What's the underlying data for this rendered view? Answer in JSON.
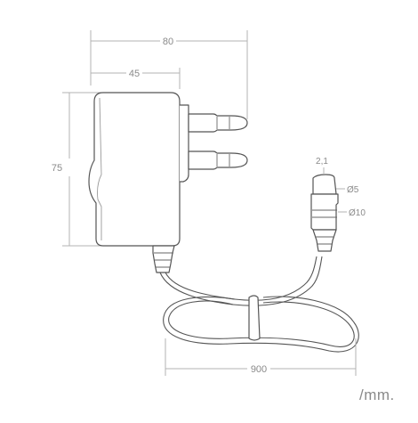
{
  "dimensions": {
    "total_width": "80",
    "body_depth": "45",
    "height": "75",
    "cable_length": "900",
    "pin_diameter": "2,1",
    "plug_inner_diameter": "Ø5",
    "plug_outer_diameter": "Ø10"
  },
  "unit_label": "/mm."
}
